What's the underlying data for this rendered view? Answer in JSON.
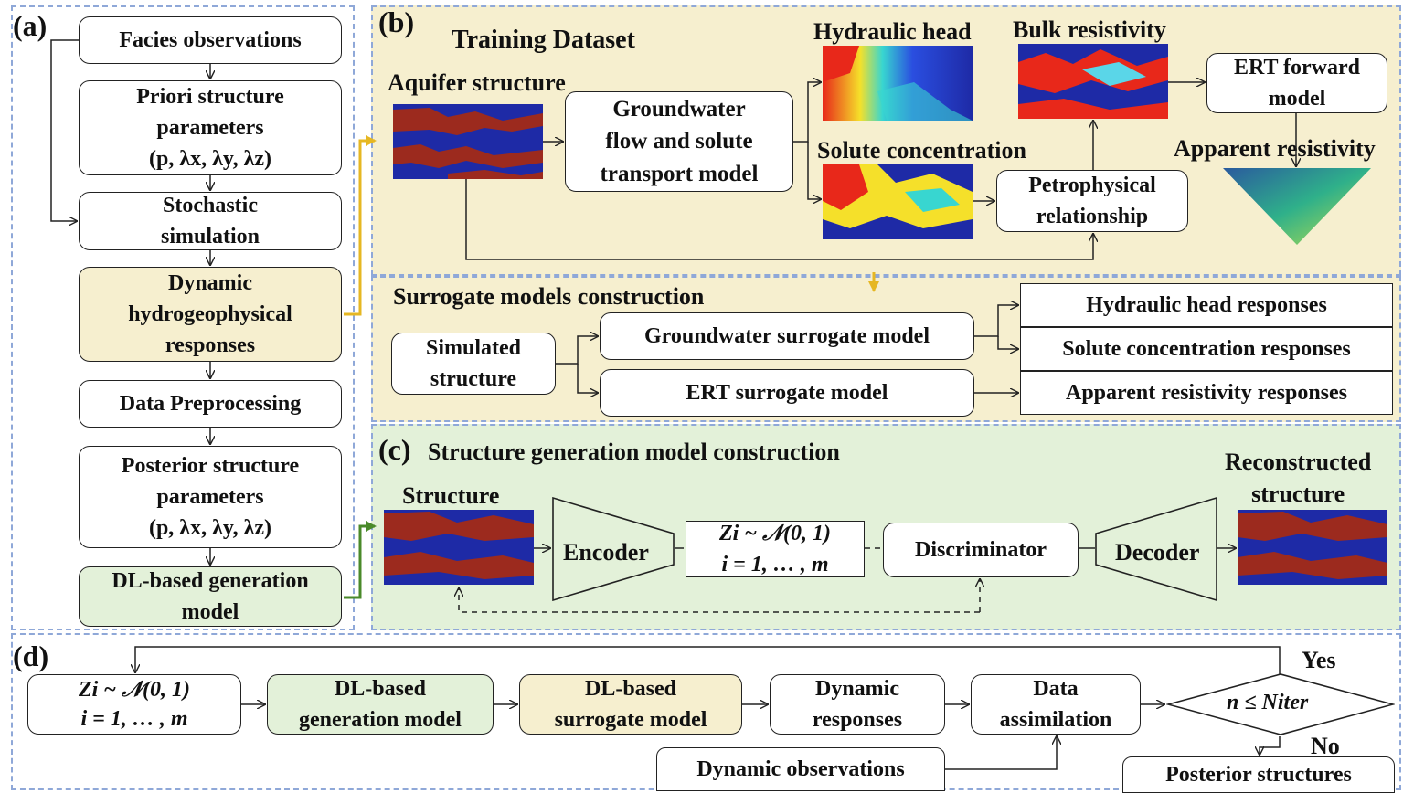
{
  "panels": {
    "a": "(a)",
    "b": "(b)",
    "c": "(c)",
    "d": "(d)"
  },
  "a": {
    "facies": "Facies observations",
    "priori": "Priori structure\nparameters\n(p, λx, λy, λz)",
    "stochastic": "Stochastic\nsimulation",
    "dynamic": "Dynamic\nhydrogeophysical\nresponses",
    "preprocessing": "Data Preprocessing",
    "posterior": "Posterior structure\nparameters\n(p, λx, λy, λz)",
    "dl_gen": "DL-based generation\nmodel"
  },
  "b": {
    "title": "Training Dataset",
    "aquifer": "Aquifer structure",
    "gw_model": "Groundwater\nflow and solute\ntransport model",
    "hydraulic_head": "Hydraulic head",
    "bulk_res": "Bulk resistivity",
    "solute_conc": "Solute concentration",
    "petro": "Petrophysical\nrelationship",
    "ert_forward": "ERT forward\nmodel",
    "apparent_res": "Apparent resistivity",
    "surrogate_title": "Surrogate models construction",
    "simulated": "Simulated\nstructure",
    "gw_surrogate": "Groundwater surrogate model",
    "ert_surrogate": "ERT surrogate model",
    "head_resp": "Hydraulic head responses",
    "solute_resp": "Solute concentration responses",
    "app_resp": "Apparent resistivity responses"
  },
  "c": {
    "title": "Structure generation model construction",
    "structure": "Structure",
    "encoder": "Encoder",
    "latent1": "Zi ~ 𝒩(0, 1)",
    "latent2": "i = 1, … , m",
    "discriminator": "Discriminator",
    "decoder": "Decoder",
    "reconstructed": "Reconstructed\nstructure"
  },
  "d": {
    "latent1": "Zi ~ 𝒩(0, 1)",
    "latent2": "i = 1, … , m",
    "dl_gen": "DL-based\ngeneration model",
    "dl_sur": "DL-based\nsurrogate model",
    "dyn_resp": "Dynamic\nresponses",
    "assim": "Data\nassimilation",
    "condition": "n ≤ Niter",
    "yes": "Yes",
    "no": "No",
    "observations": "Dynamic observations",
    "posterior": "Posterior structures"
  },
  "colors": {
    "yellow_fill": "#f6efcf",
    "green_fill": "#e3f1d9",
    "dashed_border": "#8fa8d8",
    "facies_red": "#9c2a1e",
    "facies_blue": "#1e2aa6",
    "yellow_arrow": "#e6b722",
    "green_arrow": "#4a8a2a"
  }
}
